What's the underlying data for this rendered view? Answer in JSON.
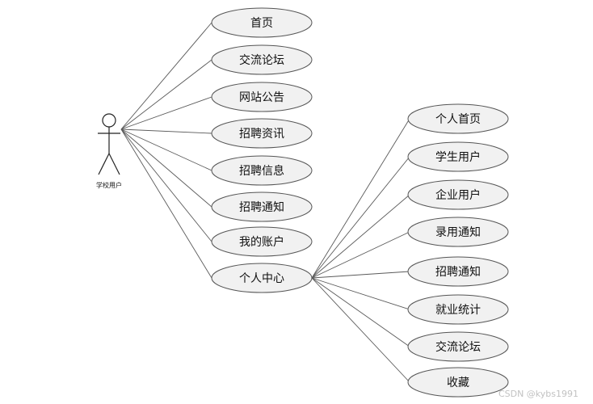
{
  "actor": {
    "label": "学校用户"
  },
  "primary_use_cases": [
    {
      "label": "首页"
    },
    {
      "label": "交流论坛"
    },
    {
      "label": "网站公告"
    },
    {
      "label": "招聘资讯"
    },
    {
      "label": "招聘信息"
    },
    {
      "label": "招聘通知"
    },
    {
      "label": "我的账户"
    },
    {
      "label": "个人中心"
    }
  ],
  "hub_index": 7,
  "sub_use_cases": [
    {
      "label": "个人首页"
    },
    {
      "label": "学生用户"
    },
    {
      "label": "企业用户"
    },
    {
      "label": "录用通知"
    },
    {
      "label": "招聘通知"
    },
    {
      "label": "就业统计"
    },
    {
      "label": "交流论坛"
    },
    {
      "label": "收藏"
    }
  ],
  "watermark": "CSDN @kybs1991"
}
